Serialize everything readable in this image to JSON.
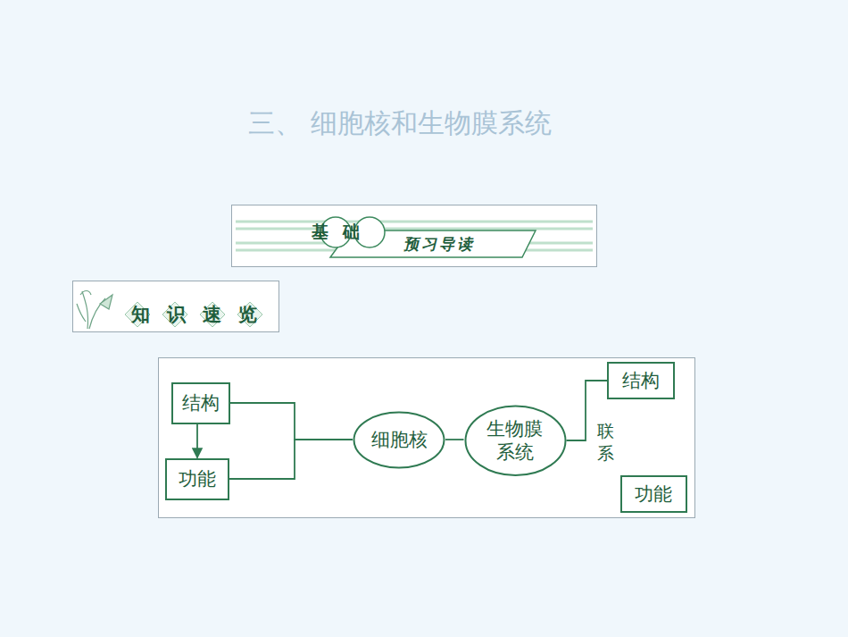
{
  "diagram": {
    "title": "三、 细胞核和生物膜系统",
    "nodes": [
      {
        "text": [
          "结构"
        ]
      },
      {
        "text": [
          "功能"
        ]
      },
      {
        "text": [
          "细胞核"
        ]
      },
      {
        "text": [
          "生物膜 系统"
        ]
      },
      {
        "text": [
          "结构"
        ]
      },
      {
        "text": [
          "功能"
        ]
      }
    ],
    "edges": [
      {
        "from": 0,
        "to": 1,
        "arrow": "to"
      },
      {
        "from": 0,
        "to": 2,
        "arrow": "none"
      },
      {
        "from": 1,
        "to": 2,
        "arrow": "none"
      },
      {
        "from": 2,
        "to": 3,
        "arrow": "none"
      },
      {
        "from": 3,
        "to": 4,
        "arrow": "none"
      },
      {
        "from": 3,
        "to": 5,
        "arrow": "none"
      }
    ],
    "labels": [
      "基础",
      "预习导读",
      "知识速览",
      "联系"
    ]
  }
}
